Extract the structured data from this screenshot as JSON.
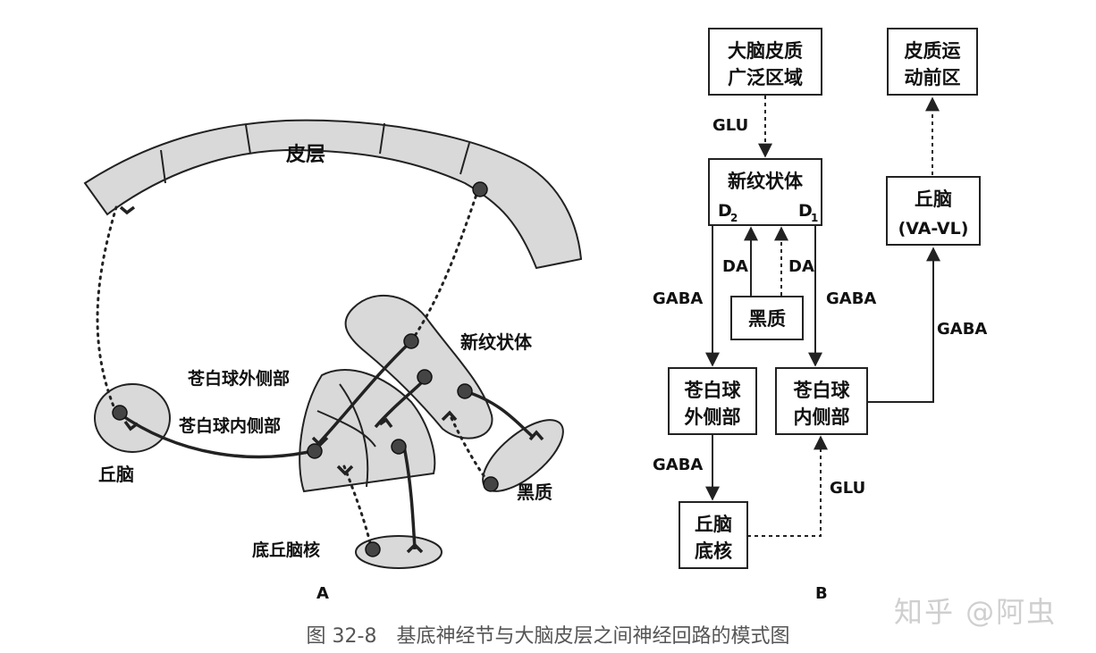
{
  "panelA": {
    "label": "A",
    "cortex": "皮层",
    "striatum": "新纹状体",
    "gpe": "苍白球外侧部",
    "gpi": "苍白球内侧部",
    "thalamus": "丘脑",
    "snr": "黑质",
    "stn": "底丘脑核"
  },
  "panelB": {
    "label": "B",
    "cortex_wide": [
      "大脑皮质",
      "广泛区域"
    ],
    "premotor": [
      "皮质运",
      "动前区"
    ],
    "striatum": "新纹状体",
    "d2": "D",
    "d2sub": "2",
    "d1": "D",
    "d1sub": "1",
    "thalamus": [
      "丘脑",
      "(VA-VL)"
    ],
    "snr": "黑质",
    "gpe": [
      "苍白球",
      "外侧部"
    ],
    "gpi": [
      "苍白球",
      "内侧部"
    ],
    "stn": [
      "丘脑",
      "底核"
    ],
    "glu_top": "GLU",
    "da_left": "DA",
    "da_right": "DA",
    "gaba_left": "GABA",
    "gaba_right": "GABA",
    "gaba_thal": "GABA",
    "gaba_stn": "GABA",
    "glu_stn": "GLU"
  },
  "caption": "图 32-8　基底神经节与大脑皮层之间神经回路的模式图",
  "watermark": "知乎 @阿虫"
}
